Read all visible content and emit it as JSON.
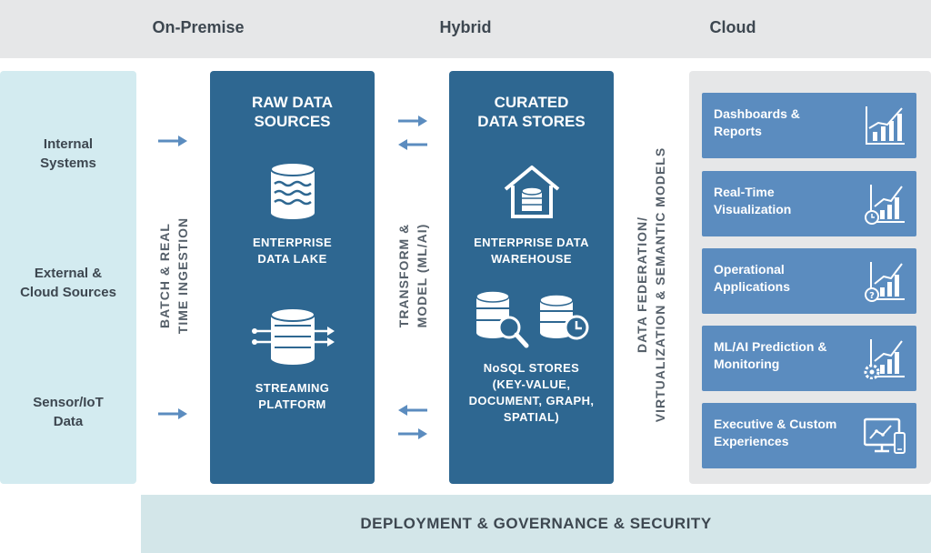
{
  "deployment": {
    "on_premise": "On-Premise",
    "hybrid": "Hybrid",
    "cloud": "Cloud"
  },
  "sources": [
    "Internal\nSystems",
    "External &\nCloud Sources",
    "Sensor/IoT\nData"
  ],
  "stages": {
    "ingestion": "BATCH & REAL\nTIME INGESTION",
    "transform": "TRANSFORM &\nMODEL (ML/AI)",
    "federation": "DATA FEDERATION/\nVIRTUALIZATION & SEMANTIC MODELS"
  },
  "raw": {
    "title": "RAW DATA\nSOURCES",
    "lake": "ENTERPRISE\nDATA LAKE",
    "streaming": "STREAMING\nPLATFORM"
  },
  "curated": {
    "title": "CURATED\nDATA STORES",
    "warehouse": "ENTERPRISE DATA\nWAREHOUSE",
    "nosql": "NoSQL STORES\n(KEY-VALUE,\nDOCUMENT, GRAPH,\nSPATIAL)"
  },
  "consumers": [
    {
      "label": "Dashboards &\nReports",
      "icon": "bar-chart-icon"
    },
    {
      "label": "Real-Time\nVisualization",
      "icon": "bar-chart-clock-icon"
    },
    {
      "label": "Operational\nApplications",
      "icon": "bar-chart-question-icon"
    },
    {
      "label": "ML/AI Prediction &\nMonitoring",
      "icon": "bar-chart-gear-icon"
    },
    {
      "label": "Executive & Custom\nExperiences",
      "icon": "monitor-phone-icon"
    }
  ],
  "footer": "DEPLOYMENT & GOVERNANCE & SECURITY",
  "colors": {
    "dark_blue": "#2e6791",
    "card_blue": "#5b8cbf",
    "arrow_blue": "#5b8cbf",
    "light_teal": "#d3ebf0",
    "light_gray": "#e6e7e8"
  }
}
